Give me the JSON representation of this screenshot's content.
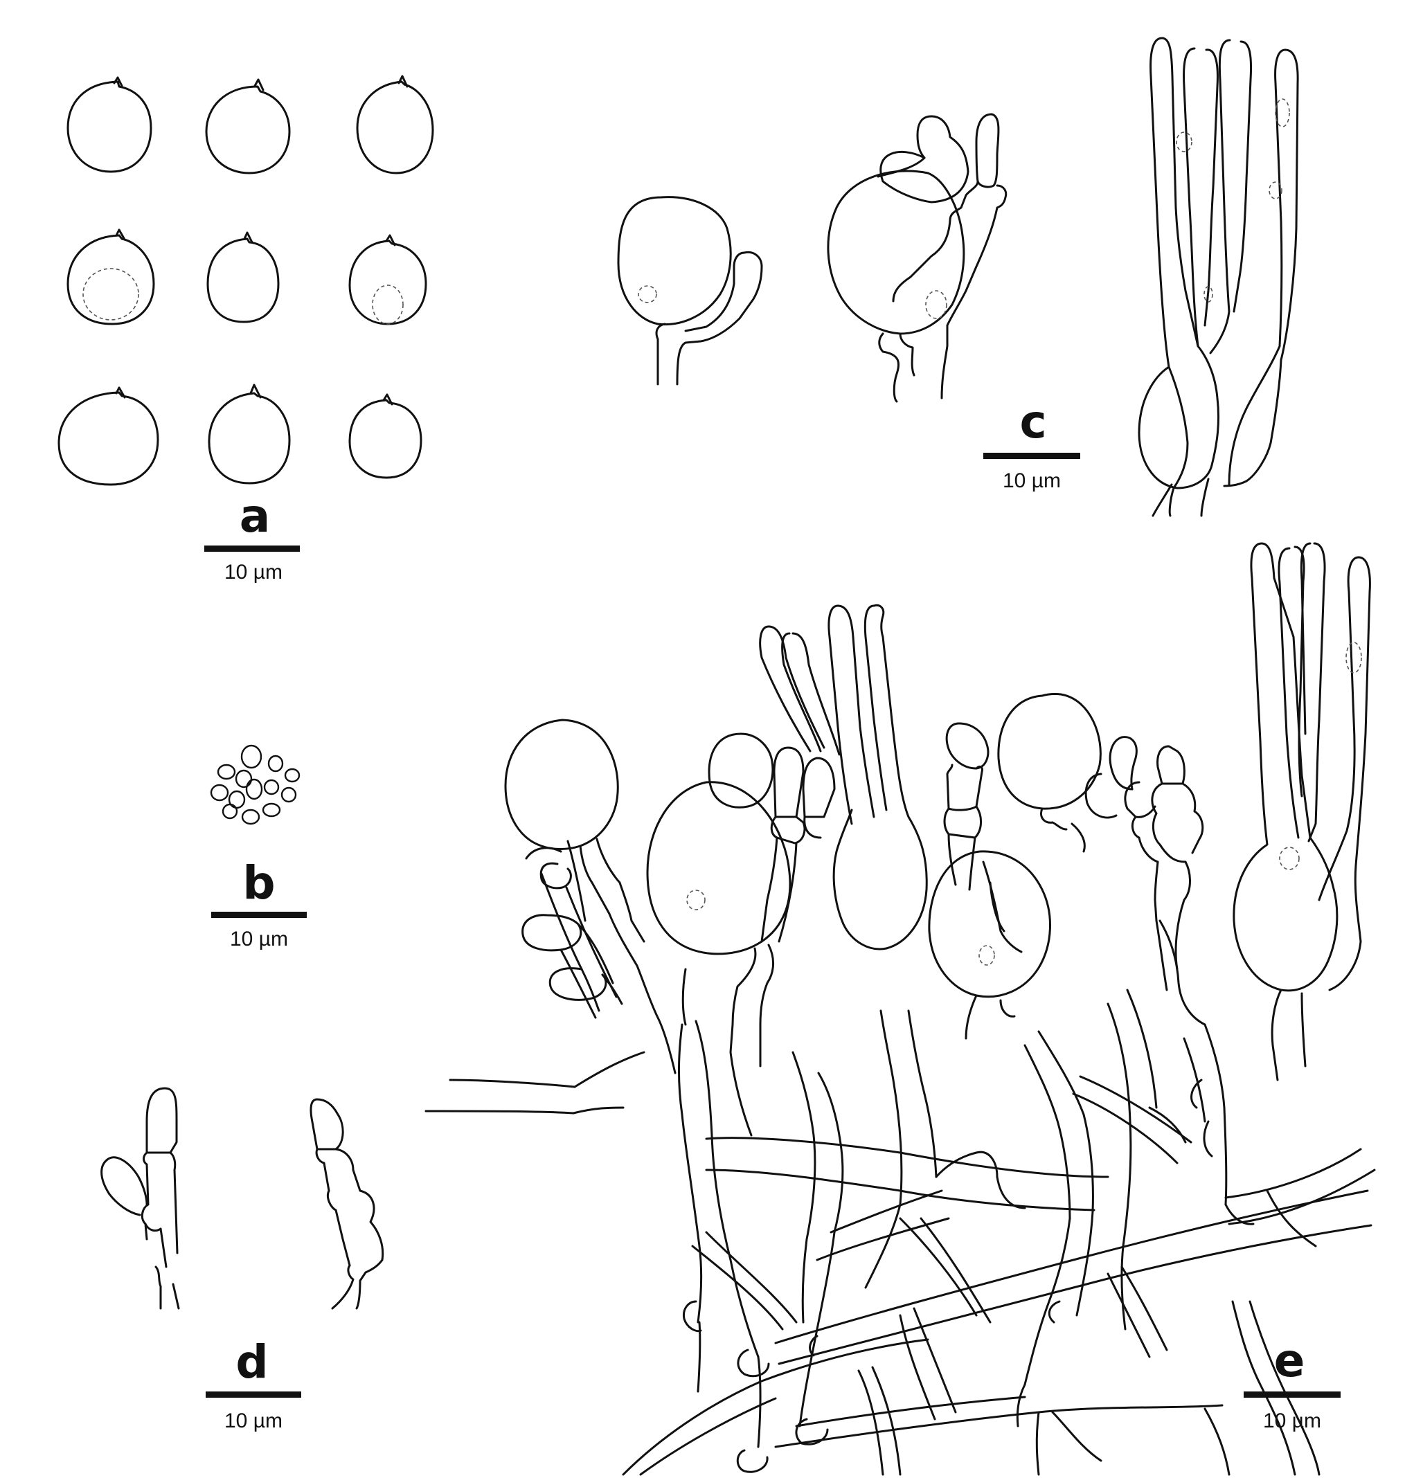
{
  "panels": [
    {
      "letter": "a",
      "scale_label": "10 µm"
    },
    {
      "letter": "b",
      "scale_label": "10 µm"
    },
    {
      "letter": "c",
      "scale_label": "10 µm"
    },
    {
      "letter": "d",
      "scale_label": "10 µm"
    },
    {
      "letter": "e",
      "scale_label": "10 µm"
    }
  ],
  "colors": {
    "ink": "#111111",
    "background": "#ffffff"
  }
}
